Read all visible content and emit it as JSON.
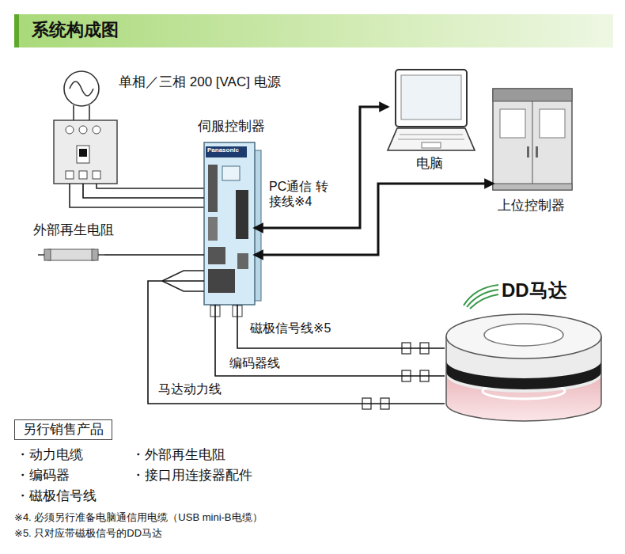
{
  "diagram": {
    "title": "系统构成图",
    "nodes": [
      {
        "text": [
          "单相／三相 200 [VAC] 电源"
        ]
      },
      {
        "text": [
          "伺服控制器"
        ]
      },
      {
        "text": [
          "电脑"
        ]
      },
      {
        "text": [
          "上位控制器"
        ]
      },
      {
        "text": [
          "外部再生电阻"
        ]
      },
      {
        "text": [
          "DD马达"
        ]
      },
      {
        "text": [
          "另行销售产品"
        ]
      }
    ],
    "edges": [
      {
        "from": 0,
        "to": 1,
        "arrow": "none"
      },
      {
        "from": 1,
        "to": 2,
        "label": "PC通信 转接线※4",
        "arrow": "both"
      },
      {
        "from": 1,
        "to": 3,
        "arrow": "both"
      },
      {
        "from": 4,
        "to": 1,
        "arrow": "none"
      },
      {
        "from": 1,
        "to": 5,
        "label": "磁极信号线※5",
        "arrow": "none"
      },
      {
        "from": 1,
        "to": 5,
        "label": "编码器线",
        "arrow": "none"
      },
      {
        "from": 1,
        "to": 5,
        "label": "马达动力线",
        "arrow": "none"
      }
    ],
    "labels": [
      "Panasonic",
      "・动力电缆",
      "・编码器",
      "・磁极信号线",
      "・外部再生电阻",
      "・接口用连接器配件",
      "※4. 必须另行准备电脑通信用电缆（USB mini-B电缆）",
      "※5. 只对应带磁极信号的DD马达"
    ]
  }
}
